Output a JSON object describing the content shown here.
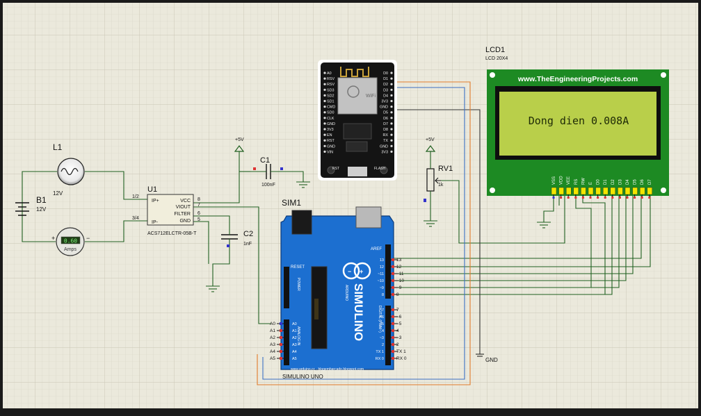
{
  "lcd": {
    "ref": "LCD1",
    "model": "LCD 20X4",
    "brand": "www.TheEngineeringProjects.com",
    "display_text": "Dong dien 0.008A",
    "pins": [
      "VSS",
      "VDD",
      "VEE",
      "RS",
      "RW",
      "E",
      "D0",
      "D1",
      "D2",
      "D3",
      "D4",
      "D5",
      "D6",
      "D7"
    ]
  },
  "l1": {
    "ref": "L1",
    "value": "12V"
  },
  "b1": {
    "ref": "B1",
    "value": "12V"
  },
  "ammeter": {
    "reading": "0.60",
    "unit": "Amps"
  },
  "u1": {
    "ref": "U1",
    "part": "ACS712ELCTR-05B-T",
    "left_pins": [
      {
        "num": "1/2",
        "name": "IP+"
      },
      {
        "num": "3/4",
        "name": "IP-"
      }
    ],
    "right_pins": [
      {
        "num": "8",
        "name": "VCC"
      },
      {
        "num": "7",
        "name": "VIOUT"
      },
      {
        "num": "6",
        "name": "FILTER"
      },
      {
        "num": "5",
        "name": "GND"
      }
    ]
  },
  "power": {
    "label": "+5V",
    "gnd_label": "GND"
  },
  "c1": {
    "ref": "C1",
    "value": "100nF"
  },
  "c2": {
    "ref": "C2",
    "value": "1nF"
  },
  "rv1": {
    "ref": "RV1",
    "value": "1k"
  },
  "sim1": {
    "ref": "SIM1",
    "name": "SIMULINO UNO",
    "logo": "SIMULINO",
    "brand_text": "ARDUINO",
    "reset": "RESET",
    "aref": "AREF",
    "power_label": "POWER",
    "analog_label": "ANALOG IN",
    "digital_label": "DIGITAL (PWM~)",
    "url": "www.arduino.cc · blogembarcado.blogspot.com",
    "analog_pins": [
      "A0",
      "A1",
      "A2",
      "A3",
      "A4",
      "A5"
    ],
    "digital_top": [
      "13",
      "12",
      "~11",
      "~10",
      "~9",
      "8"
    ],
    "digital_bottom": [
      "7",
      "~6",
      "~5",
      "4",
      "~3",
      "2",
      "TX 1",
      "RX 0"
    ]
  },
  "esp": {
    "left_pins": [
      "A0",
      "RSV",
      "RSV",
      "SD3",
      "SD2",
      "SD1",
      "CMD",
      "SD0",
      "CLK",
      "GND",
      "3V3",
      "EN",
      "RST",
      "GND",
      "VIN"
    ],
    "right_pins": [
      "D0",
      "D1",
      "D2",
      "D3",
      "D4",
      "3V3",
      "GND",
      "D5",
      "D6",
      "D7",
      "D8",
      "RX",
      "TX",
      "GND",
      "3V3"
    ],
    "module_text": "WiFi",
    "btn_rst": "RST",
    "btn_flash": "FLASH"
  }
}
